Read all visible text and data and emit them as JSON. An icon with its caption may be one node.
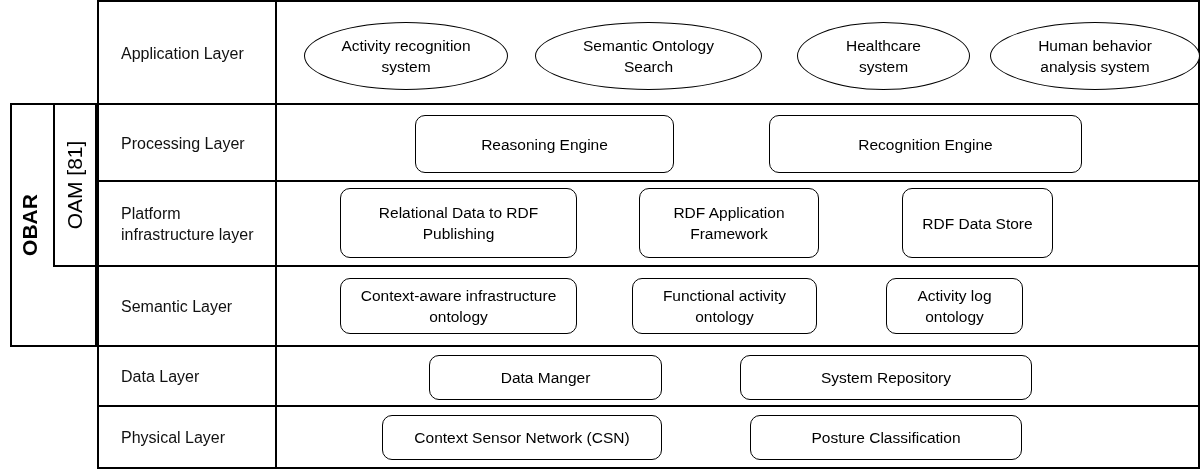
{
  "diagram": {
    "nodes": [
      {
        "text": [
          "Application Layer"
        ]
      },
      {
        "text": [
          "Activity recognition system"
        ],
        "in": 0
      },
      {
        "text": [
          "Semantic Ontology Search"
        ],
        "in": 0
      },
      {
        "text": [
          "Healthcare system"
        ],
        "in": 0
      },
      {
        "text": [
          "Human behavior analysis system"
        ],
        "in": 0
      },
      {
        "text": [
          "OBAR"
        ]
      },
      {
        "text": [
          "OAM [81]"
        ],
        "in": 5
      },
      {
        "text": [
          "Processing Layer"
        ]
      },
      {
        "text": [
          "Reasoning Engine"
        ],
        "in": 7
      },
      {
        "text": [
          "Recognition Engine"
        ],
        "in": 7
      },
      {
        "text": [
          "Platform infrastructure layer"
        ]
      },
      {
        "text": [
          "Relational Data to RDF Publishing"
        ],
        "in": 10
      },
      {
        "text": [
          "RDF Application Framework"
        ],
        "in": 10
      },
      {
        "text": [
          "RDF Data Store"
        ],
        "in": 10
      },
      {
        "text": [
          "Semantic Layer"
        ]
      },
      {
        "text": [
          "Context-aware infrastructure ontology"
        ],
        "in": 14
      },
      {
        "text": [
          "Functional activity ontology"
        ],
        "in": 14
      },
      {
        "text": [
          "Activity log ontology"
        ],
        "in": 14
      },
      {
        "text": [
          "Data Layer"
        ]
      },
      {
        "text": [
          "Data Manger"
        ],
        "in": 18
      },
      {
        "text": [
          "System Repository"
        ],
        "in": 18
      },
      {
        "text": [
          "Physical Layer"
        ]
      },
      {
        "text": [
          "Context Sensor Network (CSN)"
        ],
        "in": 21
      },
      {
        "text": [
          "Posture Classification"
        ],
        "in": 21
      }
    ]
  }
}
